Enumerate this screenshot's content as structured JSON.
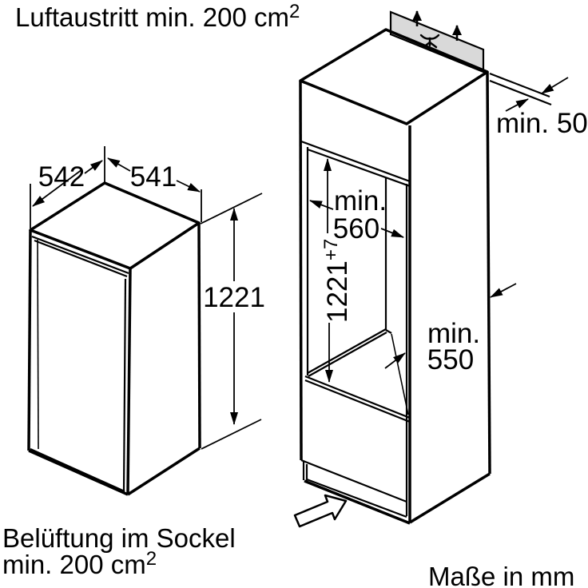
{
  "captions": {
    "air_outlet": {
      "text": "Luftaustritt min. 200 cm",
      "sup": "2"
    },
    "base_vent_line1": "Belüftung im Sockel",
    "base_vent_line2": {
      "text": "min. 200 cm",
      "sup": "2"
    },
    "units_note": "Maße in mm"
  },
  "appliance_dimensions": {
    "depth": "542",
    "width": "541",
    "height": "1221"
  },
  "niche_dimensions": {
    "width_label": "min.",
    "width_value": "560",
    "height_value": "1221",
    "height_tolerance": "+7",
    "depth_label": "min.",
    "depth_value": "550",
    "rear_gap": "min. 50"
  },
  "colors": {
    "line": "#000000",
    "background": "#ffffff",
    "vent_panel_fill": "#d9d9d9"
  }
}
